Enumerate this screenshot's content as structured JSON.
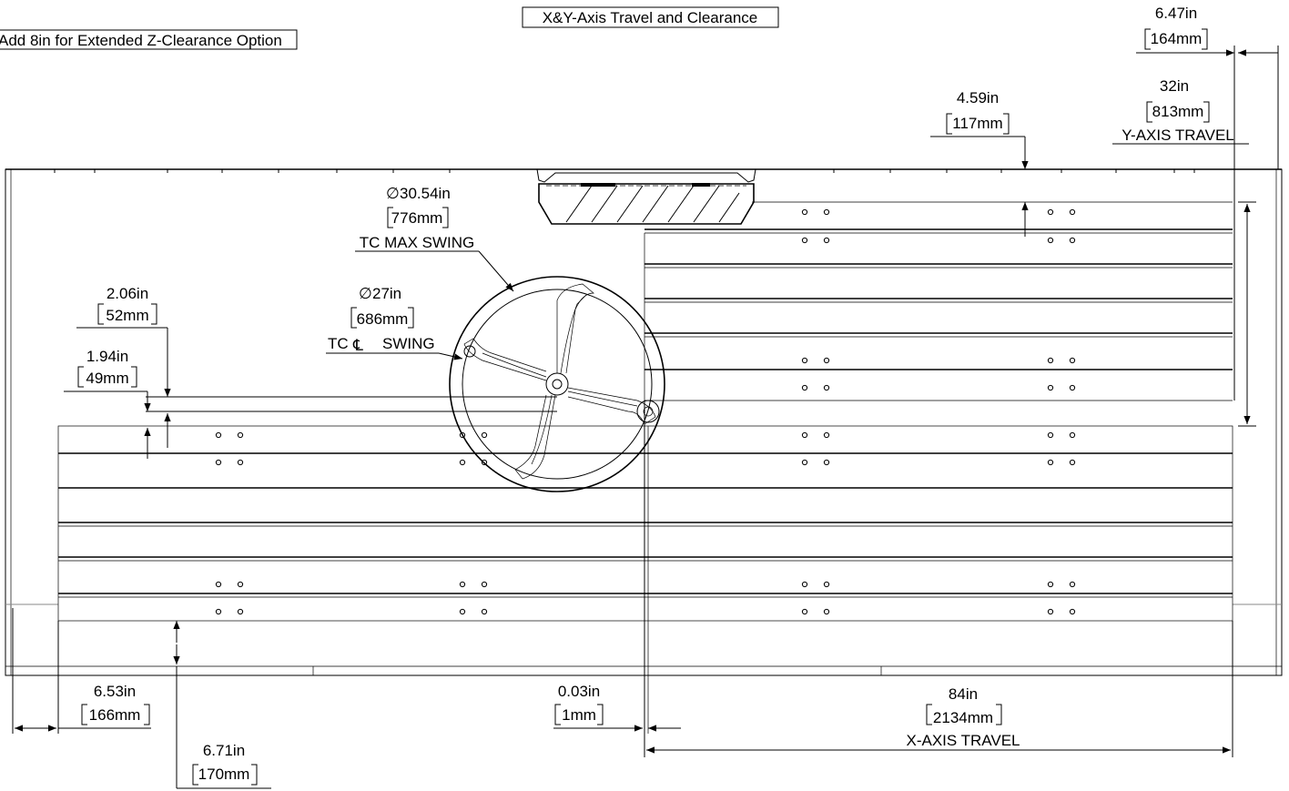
{
  "header": {
    "title": "X&Y-Axis Travel and Clearance",
    "note": "Add 8in for Extended Z-Clearance Option"
  },
  "dims": {
    "gantry_offset": {
      "imperial": "6.47in",
      "metric": "164mm"
    },
    "y_travel": {
      "imperial": "32in",
      "metric": "813mm",
      "label": "Y-AXIS TRAVEL"
    },
    "top_clear": {
      "imperial": "4.59in",
      "metric": "117mm"
    },
    "tc_max": {
      "imperial": "30.54in",
      "metric": "776mm",
      "label": "TC MAX SWING"
    },
    "tc_cl": {
      "imperial": "27in",
      "metric": "686mm",
      "label": "SWING",
      "prefix": "TC"
    },
    "left_a": {
      "imperial": "2.06in",
      "metric": "52mm"
    },
    "left_b": {
      "imperial": "1.94in",
      "metric": "49mm"
    },
    "bottom_left": {
      "imperial": "6.53in",
      "metric": "166mm"
    },
    "bottom_y": {
      "imperial": "6.71in",
      "metric": "170mm"
    },
    "bottom_mid": {
      "imperial": "0.03in",
      "metric": "1mm"
    },
    "x_travel": {
      "imperial": "84in",
      "metric": "2134mm",
      "label": "X-AXIS TRAVEL"
    }
  },
  "symbols": {
    "diameter": "∅",
    "centerline": "℄"
  }
}
